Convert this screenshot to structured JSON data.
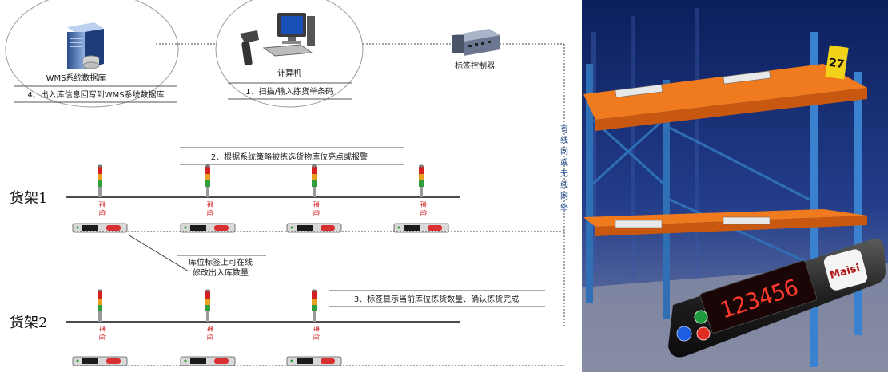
{
  "nodes": {
    "database": {
      "label": "WMS系统数据库"
    },
    "computer": {
      "label": "计算机"
    },
    "controller": {
      "label": "标签控制器"
    }
  },
  "steps": {
    "step1": "1、扫描/输入拣货单条码",
    "step2": "2、根据系统策略被拣选货物库位亮点或报警",
    "step3": "3、标签显示当前库位拣货数量、确认拣货完成",
    "step4": "4、出入库信息回写到WMS系统数据库"
  },
  "network_label": [
    "有",
    "线",
    "网",
    "或",
    "无",
    "线",
    "网",
    "络"
  ],
  "shelves": [
    {
      "label": "货架1"
    },
    {
      "label": "货架2"
    }
  ],
  "location_tag": "库位",
  "callout": {
    "line1": "库位标签上可在线",
    "line2": "修改出入库数量"
  },
  "photo": {
    "rack_number": "27",
    "display_value": "123456",
    "brand": "Maisi"
  },
  "colors": {
    "tower_red": "#d32020",
    "tower_green": "#2e9e3e",
    "rack_orange": "#f07a1e",
    "rack_blue": "#2f6fb5",
    "display_red": "#ff3a2a"
  }
}
